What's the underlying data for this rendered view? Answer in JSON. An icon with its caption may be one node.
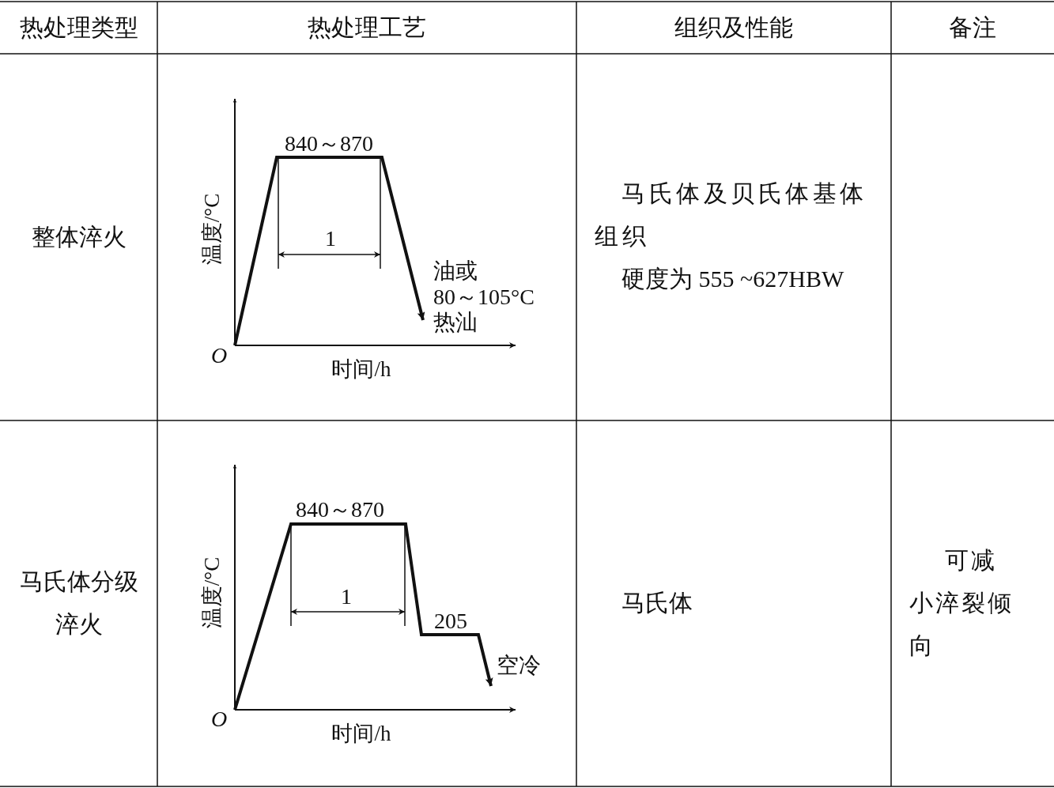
{
  "diagram": {
    "labels": [
      "热处理类型",
      "热处理工艺",
      "组织及性能",
      "备注",
      "整体淬火",
      "840～870",
      "温度/°C",
      "1",
      "油或",
      "80～105°C",
      "热汕",
      "O",
      "时间/h",
      "马氏体及贝氏体基体组织",
      "硬度为 555 ~627HBW",
      "马氏体分级淬火",
      "840～870",
      "温度/°C",
      "1",
      "205",
      "空冷",
      "O",
      "时间/h",
      "马氏体",
      "可减小淬裂倾向"
    ]
  }
}
